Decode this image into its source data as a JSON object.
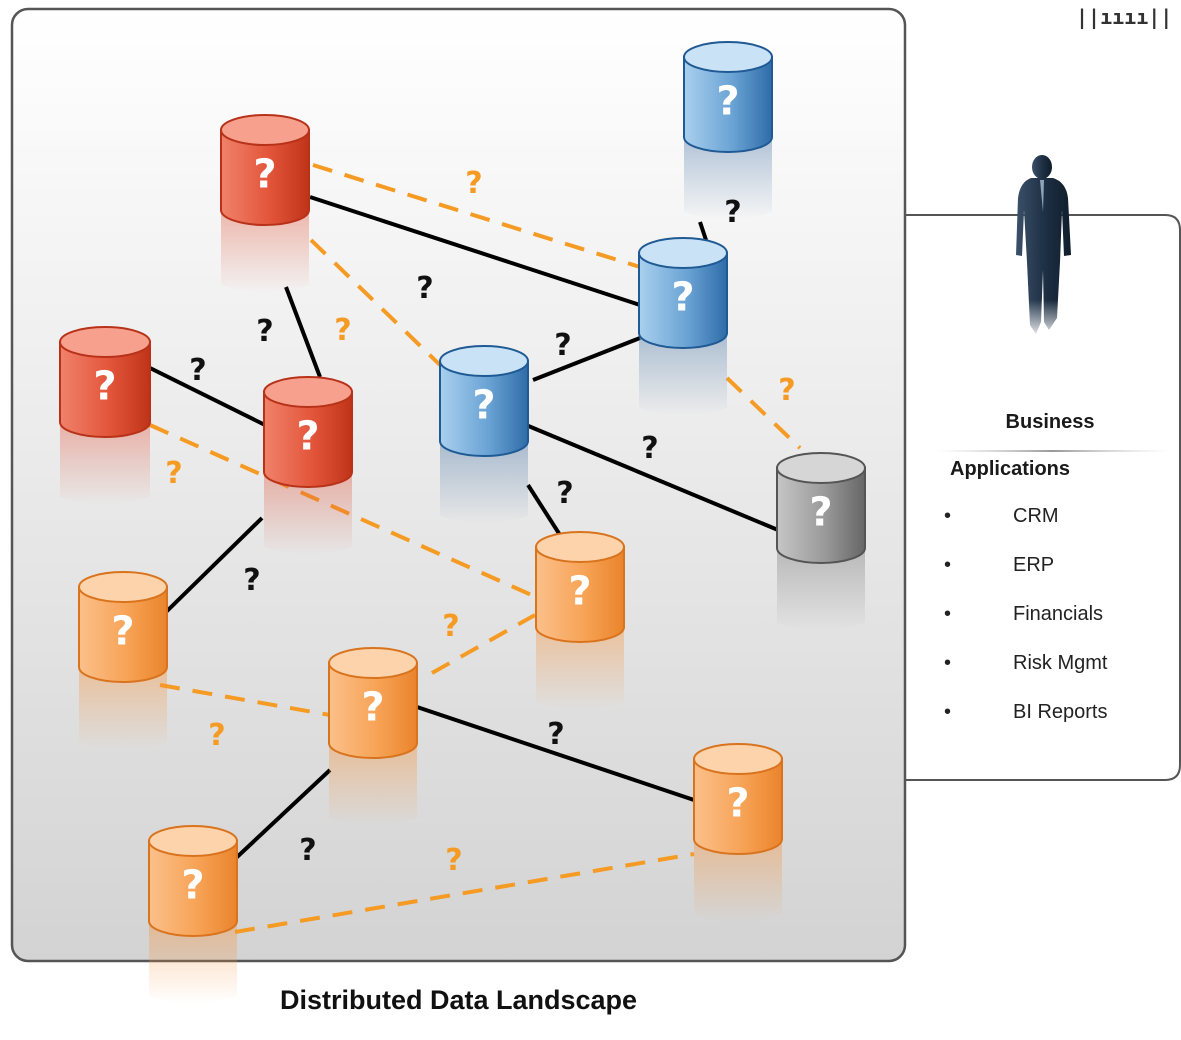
{
  "logo_text": "||ıııı||",
  "landscape": {
    "caption": "Distributed Data Landscape",
    "unknown_mark": "?"
  },
  "panel": {
    "title": "Business",
    "subtitle": "Applications",
    "bullet": "•",
    "items": [
      "CRM",
      "ERP",
      "Financials",
      "Risk Mgmt",
      "BI Reports"
    ]
  },
  "colors": {
    "red": "#d9452a",
    "blue": "#4f8cc4",
    "gray": "#8e8e8e",
    "orange": "#f5923a",
    "solid_link": "#000000",
    "dashed_link": "#f59a23",
    "frame_border": "#555555"
  },
  "icons": [
    "database-icon",
    "person-silhouette-icon",
    "logo-icon"
  ]
}
